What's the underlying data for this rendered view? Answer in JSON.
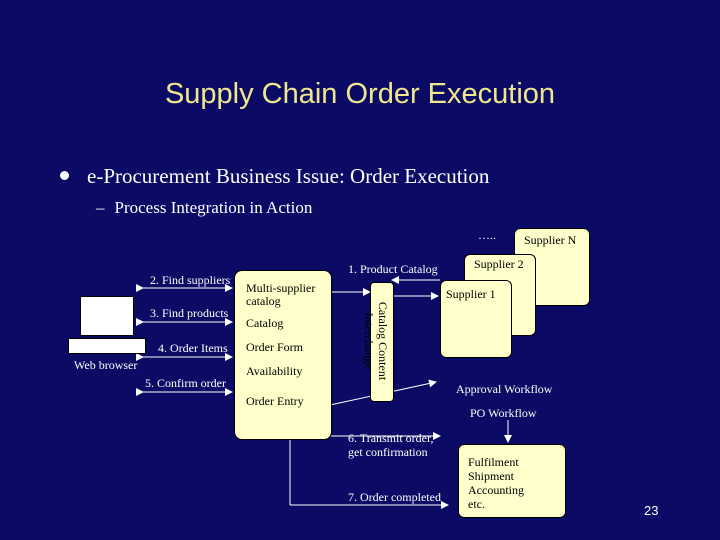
{
  "slide": {
    "title": "Supply Chain Order Execution",
    "bullet": "e-Procurement Business Issue: Order Execution",
    "sub_bullet": "Process Integration in Action",
    "page_number": "23"
  },
  "diagram": {
    "ellipsis": "…..",
    "suppliers": [
      "Supplier N",
      "Supplier 2",
      "Supplier 1"
    ],
    "step_labels": {
      "find_suppliers": "2. Find suppliers",
      "find_products": "3. Find products",
      "order_items": "4. Order Items",
      "confirm_order": "5. Confirm order",
      "product_catalog": "1. Product Catalog",
      "transmit_order_1": "6. Transmit order,",
      "transmit_order_2": "get confirmation",
      "order_completed": "7. Order completed"
    },
    "web_browser": "Web browser",
    "hub_items": {
      "multi_supplier_1": "Multi-supplier",
      "multi_supplier_2": "catalog",
      "catalog": "Catalog",
      "order_form": "Order Form",
      "availability": "Availability",
      "order_entry": "Order Entry"
    },
    "interchange_1": "Catalog Content",
    "interchange_2": "Interchange",
    "approval_workflow": "Approval Workflow",
    "po_workflow": "PO Workflow",
    "fulfilment": [
      "Fulfilment",
      "Shipment",
      "Accounting",
      "etc."
    ]
  }
}
